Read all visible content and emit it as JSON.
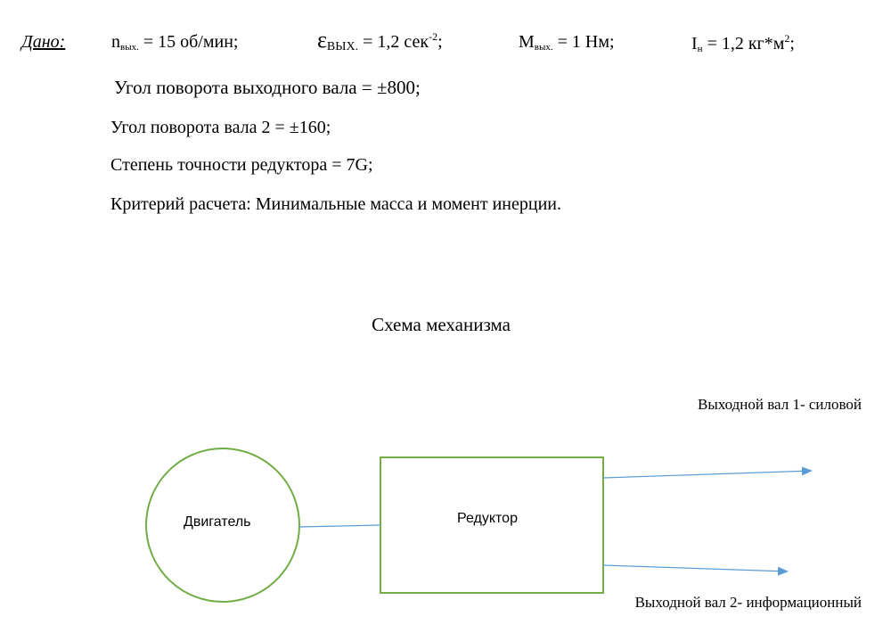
{
  "given": {
    "label": "Дано:",
    "n_sym": "n",
    "n_sub": "вых.",
    "n_val": " = 15 об/мин;",
    "eps_sym": "ε",
    "eps_sub": "ВЫХ.",
    "eps_val": " = 1,2 сек",
    "eps_exp": "-2",
    "eps_end": ";",
    "m_sym": "М",
    "m_sub": "вых.",
    "m_val": " = 1 Нм;",
    "i_sym": "I",
    "i_sub": "н",
    "i_val": " = 1,2 кг*м",
    "i_exp": "2",
    "i_end": ";"
  },
  "lines": [
    "Угол поворота выходного вала = ±800;",
    "Угол поворота вала 2 = ±160;",
    "Степень точности редуктора = 7G;",
    "Критерий расчета: Минимальные масса и момент инерции."
  ],
  "diagram": {
    "title": "Схема механизма",
    "motor": "Двигатель",
    "reducer": "Редуктор",
    "out1": "Выходной вал 1- силовой",
    "out2": "Выходной вал 2- информационный",
    "colors": {
      "shape": "#70ad47",
      "line": "#5b9bd5"
    }
  }
}
